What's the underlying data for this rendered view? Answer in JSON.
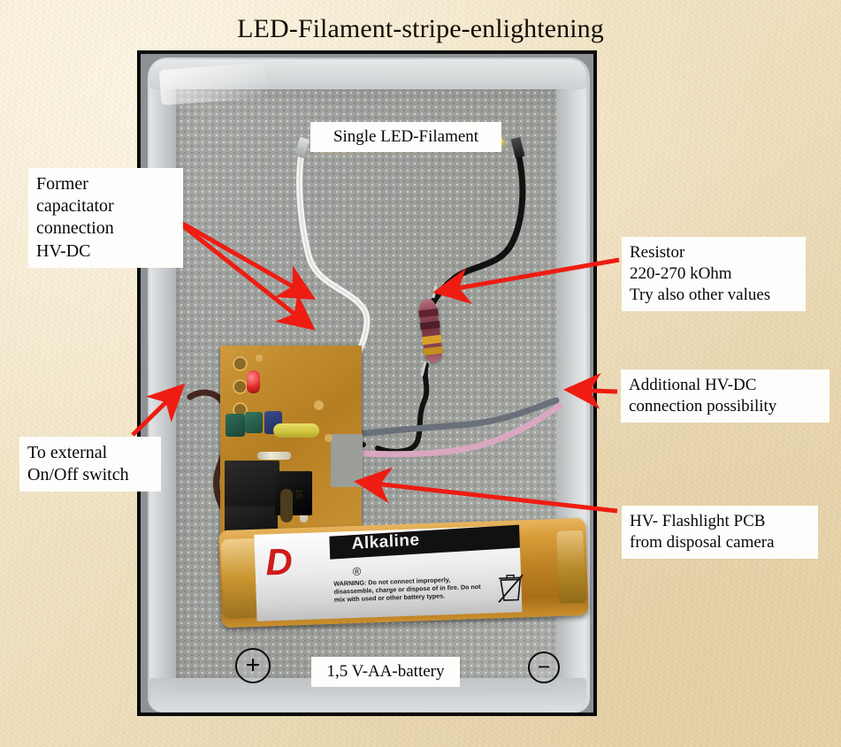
{
  "page": {
    "title": "LED-Filament-stripe-enlightening",
    "background_color": "#f0e2c2",
    "arrow_color": "#ee1c12",
    "label_bg": "#fdfdfb",
    "label_text_color": "#0a0705"
  },
  "photo": {
    "frame_border_color": "#0b0b0b",
    "description": "Photo of an LED filament lighting circuit laid out in a translucent plastic container on a grey woven cloth"
  },
  "callouts": {
    "former_capacitor": {
      "lines": [
        "Former",
        "capacitator",
        "connection",
        "HV-DC"
      ],
      "text": "Former\ncapacitator\nconnection\nHV-DC"
    },
    "single_filament": {
      "text": "Single LED-Filament"
    },
    "resistor": {
      "lines": [
        "Resistor",
        "220-270 kOhm",
        "Try also other values"
      ],
      "text": "Resistor\n220-270 kOhm\nTry also other values"
    },
    "additional_hv": {
      "lines": [
        "Additional HV-DC",
        "connection possibility"
      ],
      "text": "Additional HV-DC\nconnection possibility"
    },
    "external_switch": {
      "lines": [
        "To external",
        "On/Off switch"
      ],
      "text": "To external\nOn/Off switch"
    },
    "hv_pcb": {
      "lines": [
        "HV- Flashlight PCB",
        "from disposal camera"
      ],
      "text": "HV- Flashlight PCB\nfrom disposal camera"
    },
    "battery": {
      "text": "1,5 V-AA-battery"
    }
  },
  "polarity": {
    "plus": "+",
    "minus": "−"
  },
  "battery": {
    "brand_mark": "D",
    "type_text": "Alkaline",
    "registered_mark": "®",
    "warning_text": "WARNING: Do not connect improperly, disassemble, charge or dispose of in fire. Do not mix with used or other battery types."
  },
  "pcb": {
    "silkscreen_text": "16"
  },
  "component_colors": {
    "filament_yellow": "#f0d22a",
    "resistor_body": "#8a4350",
    "pcb_substrate": "#c08a2c",
    "battery_copper": "#c98f2d",
    "wire_white": "#f2f2f0",
    "wire_black": "#151515",
    "wire_pink": "#d8a5bd",
    "wire_grey": "#6e7580",
    "wire_brown": "#4a2a22"
  }
}
